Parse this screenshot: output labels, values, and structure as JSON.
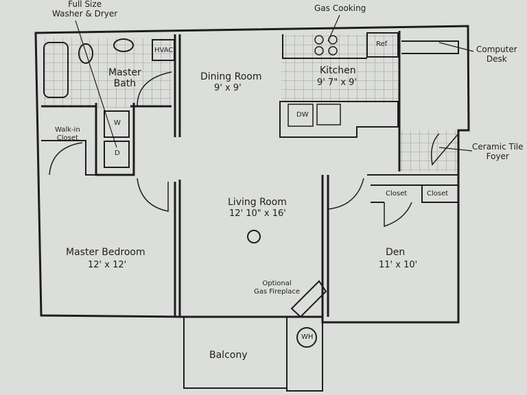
{
  "rooms": {
    "master_bath": {
      "name": "Master\nBath"
    },
    "dining": {
      "name": "Dining Room",
      "dims": "9' x 9'"
    },
    "kitchen": {
      "name": "Kitchen",
      "dims": "9' 7\" x 9'"
    },
    "living": {
      "name": "Living Room",
      "dims": "12' 10\" x 16'"
    },
    "master_bedroom": {
      "name": "Master Bedroom",
      "dims": "12' x 12'"
    },
    "den": {
      "name": "Den",
      "dims": "11' x 10'"
    },
    "balcony": {
      "name": "Balcony"
    },
    "walk_in_closet": {
      "name": "Walk-in\nCloset"
    },
    "closet_left": {
      "name": "Closet"
    },
    "closet_right": {
      "name": "Closet"
    }
  },
  "fixtures": {
    "hvac": "HVAC",
    "ref": "Ref",
    "dw": "DW",
    "wh": "WH",
    "washer": "W",
    "dryer": "D",
    "fireplace": "Optional\nGas Fireplace"
  },
  "callouts": {
    "washer_dryer": "Full Size\nWasher & Dryer",
    "gas_cooking": "Gas Cooking",
    "computer_desk": "Computer\nDesk",
    "ceramic_tile": "Ceramic Tile\nFoyer"
  },
  "colors": {
    "paper": "#dcdedb",
    "ink": "#1d1d1d",
    "tile": "#8a8a8a"
  }
}
